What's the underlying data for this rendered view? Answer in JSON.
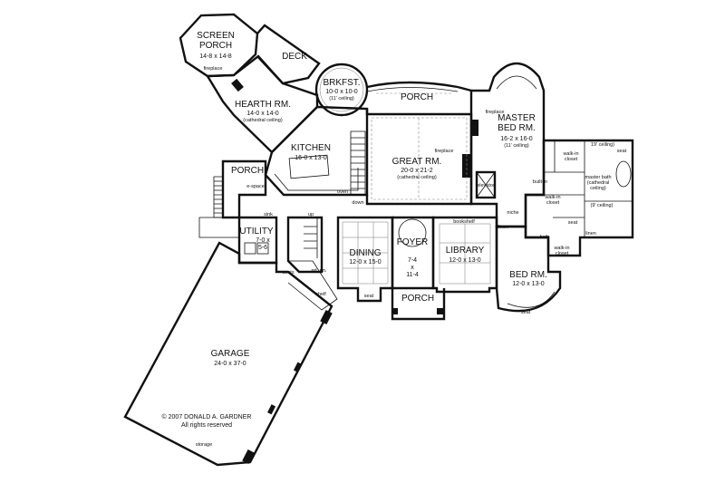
{
  "plan": {
    "rooms": [
      {
        "key": "screen_porch",
        "name": "SCREEN\nPORCH",
        "dims": "14-8 x 14-8",
        "note": ""
      },
      {
        "key": "deck",
        "name": "DECK",
        "dims": "",
        "note": ""
      },
      {
        "key": "brkfst",
        "name": "BRKFST.",
        "dims": "10-0 x 10-0",
        "note": "(11' ceiling)"
      },
      {
        "key": "porch_rear",
        "name": "PORCH",
        "dims": "",
        "note": ""
      },
      {
        "key": "master_bed",
        "name": "MASTER\nBED RM.",
        "dims": "16-2 x 16-0",
        "note": "(11' ceiling)"
      },
      {
        "key": "hearth",
        "name": "HEARTH RM.",
        "dims": "14-0 x 14-0",
        "note": "(cathedral ceiling)"
      },
      {
        "key": "kitchen",
        "name": "KITCHEN",
        "dims": "16-0 x 13-0",
        "note": ""
      },
      {
        "key": "great",
        "name": "GREAT RM.",
        "dims": "20-0 x 21-2",
        "note": "(cathedral ceiling)"
      },
      {
        "key": "porch_side",
        "name": "PORCH",
        "dims": "",
        "note": ""
      },
      {
        "key": "utility",
        "name": "UTILITY",
        "dims": "7-0 x\n5-6",
        "note": ""
      },
      {
        "key": "dining",
        "name": "DINING",
        "dims": "12-0 x 15-0",
        "note": ""
      },
      {
        "key": "foyer",
        "name": "FOYER",
        "dims": "7-4\nx\n11-4",
        "note": ""
      },
      {
        "key": "library",
        "name": "LIBRARY",
        "dims": "12-0 x 13-0",
        "note": ""
      },
      {
        "key": "bed",
        "name": "BED RM.",
        "dims": "12-0 x 13-0",
        "note": ""
      },
      {
        "key": "porch_front",
        "name": "PORCH",
        "dims": "",
        "note": ""
      },
      {
        "key": "garage",
        "name": "GARAGE",
        "dims": "24-0 x 37-0",
        "note": ""
      }
    ],
    "labels": {
      "fireplace_hearth": "fireplace",
      "fireplace_great": "fireplace",
      "fireplace_master": "fireplace",
      "e_space": "e-space",
      "sink": "sink",
      "oven": "oven",
      "down": "down",
      "up": "up",
      "elevator": "elevator",
      "bookshelf": "bookshelf",
      "linen_hall": "linen",
      "niche": "niche",
      "built_in": "built-in",
      "walk_in_closet_a": "walk-in\ncloset",
      "walk_in_closet_b": "walk-in\ncloset",
      "walk_in_closet_c": "walk-in\ncloset",
      "master_bath": "master bath\n(cathedral\nceiling)",
      "ceiling_19": "19' ceiling)",
      "ceiling_9": "(9' ceiling)",
      "seat_bath": "seat",
      "seat_master": "seat",
      "bath": "bath",
      "linen_bath": "linen",
      "coats": "coats",
      "pd_rm": "pd. rm.",
      "shelf": "shelf",
      "seat_dining": "seat",
      "seat_bed": "seat",
      "storage": "storage"
    },
    "copyright": "© 2007 DONALD A. GARDNER\nAll rights reserved"
  }
}
